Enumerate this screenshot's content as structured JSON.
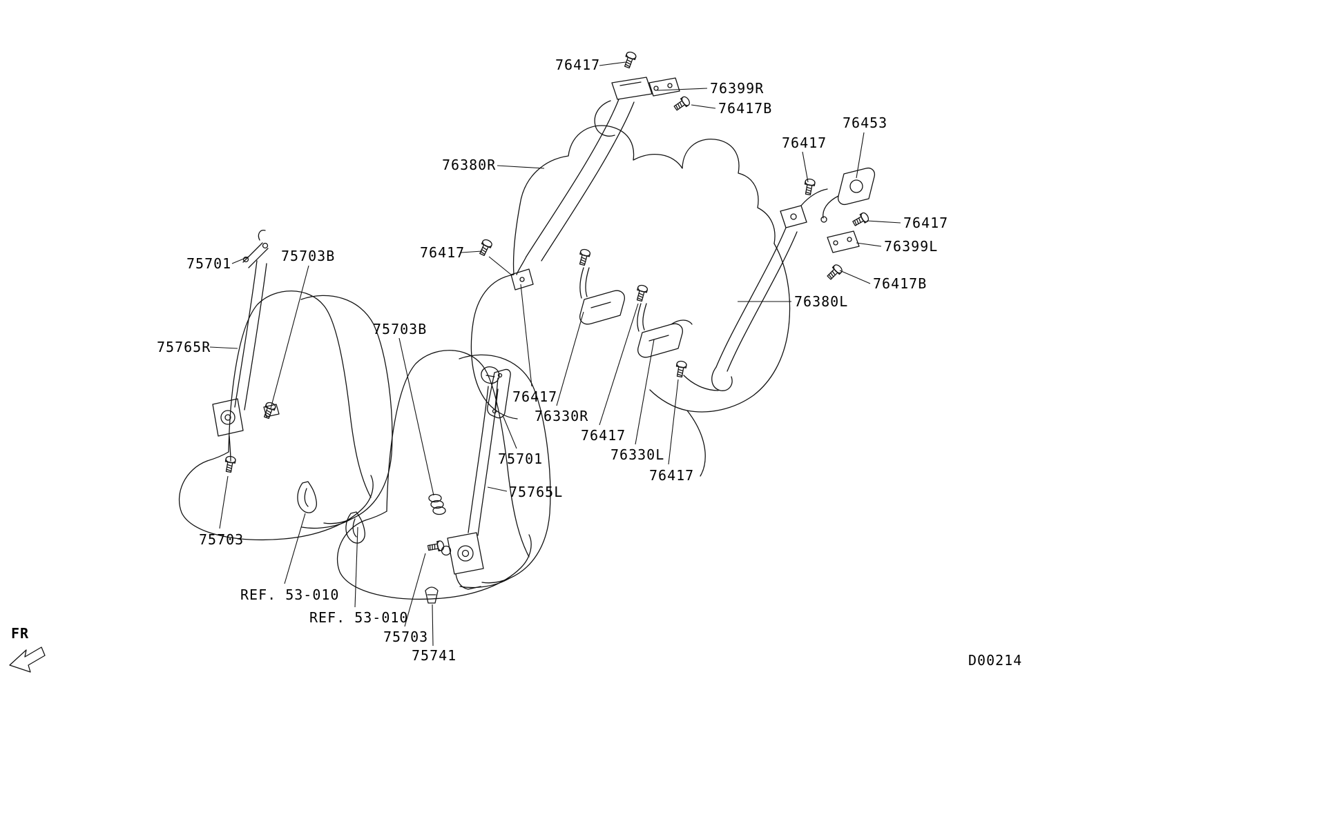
{
  "diagram": {
    "code": "D00214",
    "direction": "FR",
    "description": "Seat belt parts exploded diagram",
    "line_color": "#121212",
    "background_color": "#ffffff"
  },
  "labels": [
    {
      "id": "76417-top",
      "text": "76417"
    },
    {
      "id": "76399R",
      "text": "76399R"
    },
    {
      "id": "76417B-right-upper",
      "text": "76417B"
    },
    {
      "id": "76453",
      "text": "76453"
    },
    {
      "id": "76417-upper-right",
      "text": "76417"
    },
    {
      "id": "76380R",
      "text": "76380R"
    },
    {
      "id": "76417-mid-left",
      "text": "76417"
    },
    {
      "id": "76417-far-right",
      "text": "76417"
    },
    {
      "id": "76399L",
      "text": "76399L"
    },
    {
      "id": "76417B-right-lower",
      "text": "76417B"
    },
    {
      "id": "76380L",
      "text": "76380L"
    },
    {
      "id": "75701-left",
      "text": "75701"
    },
    {
      "id": "75703B-left",
      "text": "75703B"
    },
    {
      "id": "75765R",
      "text": "75765R"
    },
    {
      "id": "75703B-center",
      "text": "75703B"
    },
    {
      "id": "76417-row-1",
      "text": "76417"
    },
    {
      "id": "76330R",
      "text": "76330R"
    },
    {
      "id": "76417-row-2",
      "text": "76417"
    },
    {
      "id": "76330L",
      "text": "76330L"
    },
    {
      "id": "76417-row-3",
      "text": "76417"
    },
    {
      "id": "75701-center",
      "text": "75701"
    },
    {
      "id": "75765L",
      "text": "75765L"
    },
    {
      "id": "75703-left",
      "text": "75703"
    },
    {
      "id": "ref-left",
      "text": "REF. 53-010"
    },
    {
      "id": "ref-right",
      "text": "REF. 53-010"
    },
    {
      "id": "75703-bottom",
      "text": "75703"
    },
    {
      "id": "75741",
      "text": "75741"
    }
  ]
}
